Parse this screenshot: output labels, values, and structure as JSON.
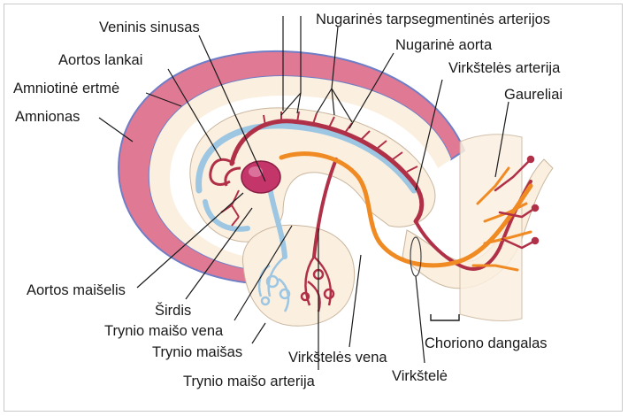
{
  "colors": {
    "amnion_pink": "#e07a94",
    "embryo_cream": "#fbefe0",
    "artery_red": "#b03048",
    "heart": "#c4366a",
    "vein_blue": "#9cc6e2",
    "umbilical_vein_orange": "#f08a22",
    "outline_blue": "#6f7ec6"
  },
  "labels": {
    "veninis_sinusas": "Veninis sinusas",
    "nugarines_tarpsegmentines": "Nugarinės tarpsegmentinės arterijos",
    "nugarine_aorta": "Nugarinė aorta",
    "aortos_lankai": "Aortos lankai",
    "virksteles_arterija": "Virkštelės arterija",
    "amniotine_ertme": "Amniotinė ertmė",
    "gaureliai": "Gaureliai",
    "amnionas": "Amnionas",
    "aortos_maiselis": "Aortos maišelis",
    "sirdis": "Širdis",
    "trynio_maiso_vena": "Trynio maišo vena",
    "trynio_maisas": "Trynio maišas",
    "virksteles_vena": "Virkštelės vena",
    "choriono_dangalas": "Choriono dangalas",
    "trynio_maiso_arterija": "Trynio maišo arterija",
    "virkstele": "Virkštelė"
  },
  "icons": [
    "heart-shape",
    "blood-vessel-network"
  ]
}
